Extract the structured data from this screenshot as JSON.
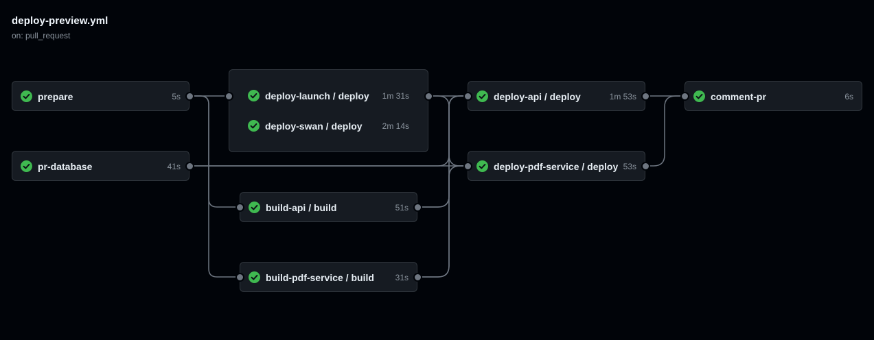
{
  "workflow": {
    "title": "deploy-preview.yml",
    "trigger": "on: pull_request"
  },
  "colors": {
    "background": "#010409",
    "card": "#161b22",
    "border": "#30363d",
    "success": "#3fb950",
    "connector": "#6e7681",
    "muted_text": "#8b949e"
  },
  "jobs": {
    "prepare": {
      "name": "prepare",
      "duration": "5s",
      "status": "success"
    },
    "pr_database": {
      "name": "pr-database",
      "duration": "41s",
      "status": "success"
    },
    "deploy_launch": {
      "name": "deploy-launch / deploy",
      "duration": "1m 31s",
      "status": "success"
    },
    "deploy_swan": {
      "name": "deploy-swan / deploy",
      "duration": "2m 14s",
      "status": "success"
    },
    "build_api": {
      "name": "build-api / build",
      "duration": "51s",
      "status": "success"
    },
    "build_pdf_service": {
      "name": "build-pdf-service / build",
      "duration": "31s",
      "status": "success"
    },
    "deploy_api": {
      "name": "deploy-api / deploy",
      "duration": "1m 53s",
      "status": "success"
    },
    "deploy_pdf_service": {
      "name": "deploy-pdf-service / deploy",
      "duration": "53s",
      "status": "success"
    },
    "comment_pr": {
      "name": "comment-pr",
      "duration": "6s",
      "status": "success"
    }
  }
}
